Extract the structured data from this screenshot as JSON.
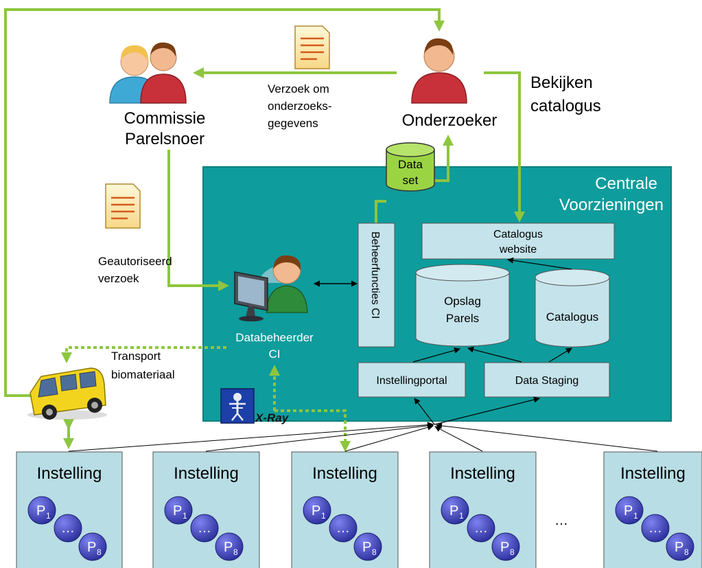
{
  "actors": {
    "commissie": {
      "line1": "Commissie",
      "line2": "Parelsnoer"
    },
    "onderzoeker": {
      "label": "Onderzoeker"
    },
    "databeheerder": {
      "line1": "Databeheerder",
      "line2": "CI"
    }
  },
  "labels": {
    "verzoek": [
      "Verzoek om",
      "onderzoeks-",
      "gegevens"
    ],
    "bekijken": [
      "Bekijken",
      "catalogus"
    ],
    "geautoriseerd": [
      "Geautoriseerd",
      "verzoek"
    ],
    "transport": [
      "Transport",
      "biomateriaal"
    ]
  },
  "central": {
    "title_line1": "Centrale",
    "title_line2": "Voorzieningen"
  },
  "dataset": {
    "line1": "Data",
    "line2": "set"
  },
  "components": {
    "beheerfuncties": "Beheerfuncties CI",
    "catalogus_website": [
      "Catalogus",
      "website"
    ],
    "opslag": [
      "Opslag",
      "Parels"
    ],
    "catalogus_db": "Catalogus",
    "instellingportal": "Instellingportal",
    "data_staging": "Data Staging"
  },
  "xray": {
    "label": "X-Ray"
  },
  "instellingen": {
    "label": "Instelling",
    "p_first": "P",
    "p_first_sub": "1",
    "p_mid": "…",
    "p_last": "P",
    "p_last_sub": "8",
    "ellipsis": "…"
  },
  "colors": {
    "teal": "#0E9C9C",
    "green_arrow": "#8DC63F",
    "instelling_fill": "#B8DDE4",
    "component_fill": "#C5E3EA",
    "circle_fill": "#3B3FB8",
    "dataset_fill": "#9BD443"
  }
}
